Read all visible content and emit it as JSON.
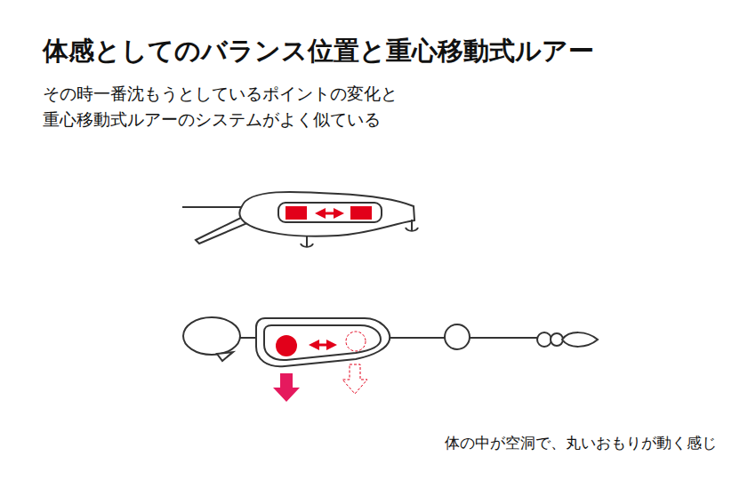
{
  "diagram": {
    "title": "体感としてのバランス位置と重心移動式ルアー",
    "labels": [
      "その時一番沈もうとしているポイントの変化と",
      "重心移動式ルアーのシステムがよく似ている",
      "体の中が空洞で、丸いおもりが動く感じ"
    ]
  }
}
